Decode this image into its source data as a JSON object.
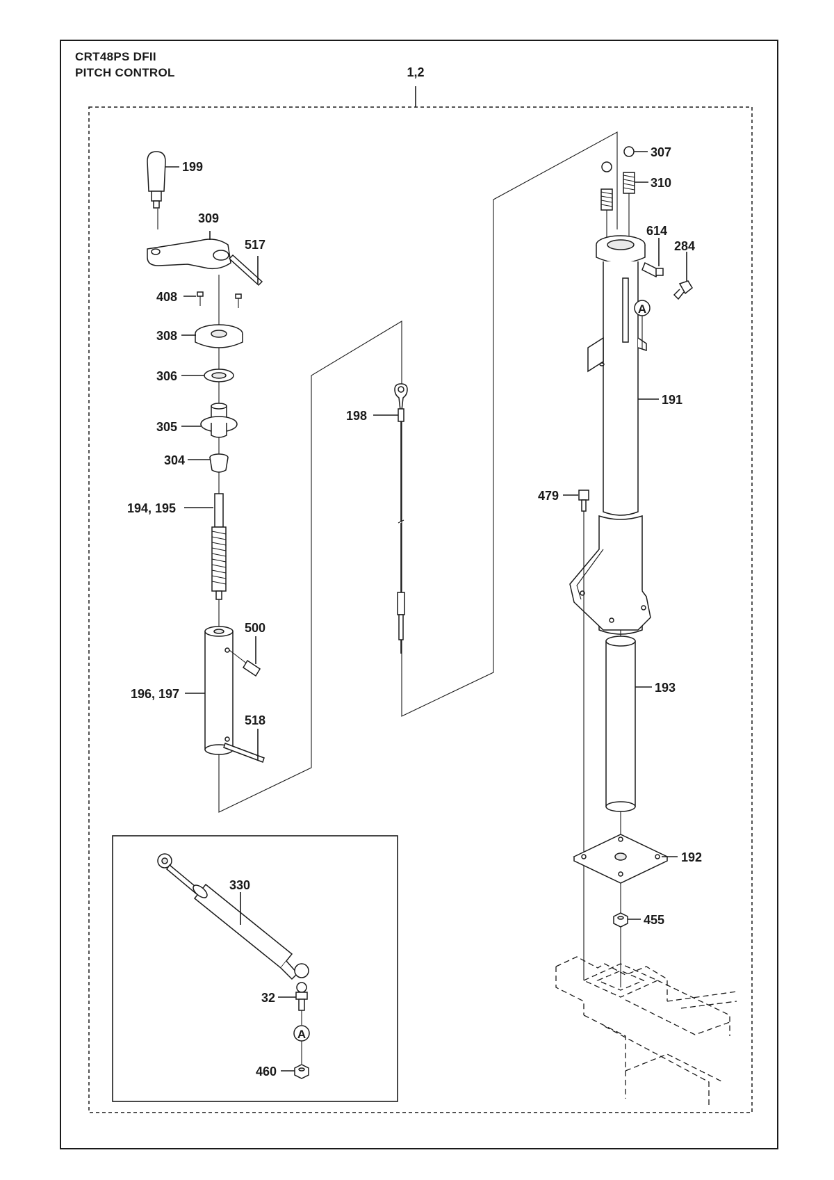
{
  "header": {
    "model": "CRT48PS DFII",
    "title": "PITCH CONTROL"
  },
  "assembly_ref": "1,2",
  "callouts": {
    "c199": "199",
    "c309": "309",
    "c517": "517",
    "c408": "408",
    "c308": "308",
    "c306": "306",
    "c305": "305",
    "c304": "304",
    "c194": "194, 195",
    "c500": "500",
    "c196": "196, 197",
    "c518": "518",
    "c198": "198",
    "c307": "307",
    "c310": "310",
    "c614": "614",
    "c284": "284",
    "c191": "191",
    "c479": "479",
    "c193": "193",
    "c192": "192",
    "c455": "455",
    "c330": "330",
    "c32": "32",
    "c460": "460"
  },
  "reference_marker": "A"
}
